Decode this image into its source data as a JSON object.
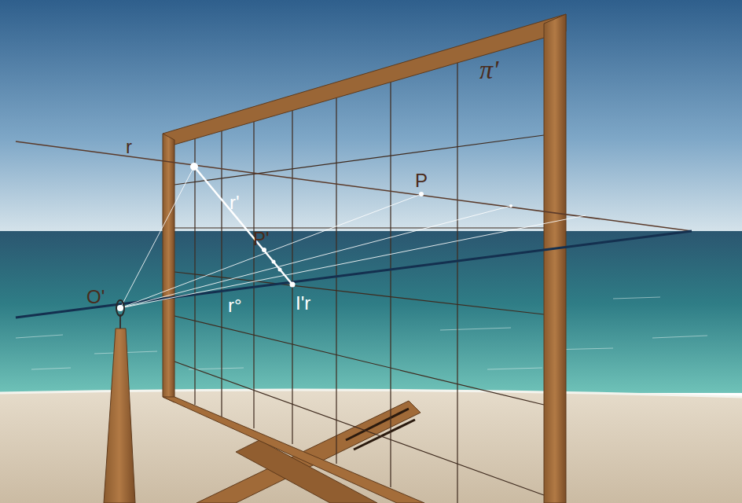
{
  "diagram": {
    "labels": [
      "r",
      "P",
      "r'",
      "P'",
      "O'",
      "r°",
      "I'r",
      "π'"
    ]
  }
}
